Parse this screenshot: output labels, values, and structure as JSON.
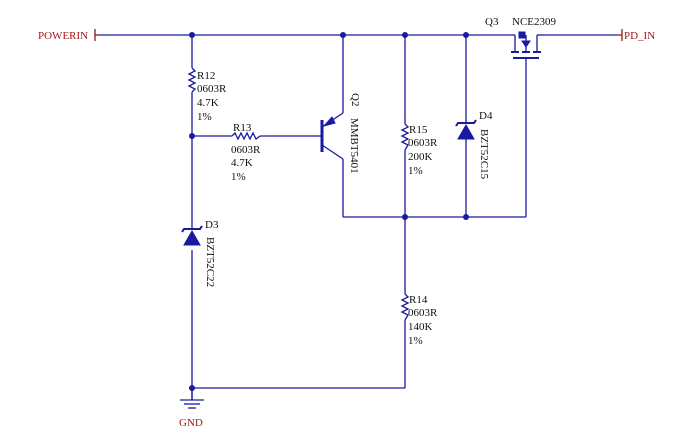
{
  "nets": {
    "power_in": "POWERIN",
    "pd_in": "PD_IN",
    "gnd": "GND"
  },
  "components": {
    "r12": {
      "ref": "R12",
      "package": "0603R",
      "value": "4.7K",
      "tolerance": "1%"
    },
    "r13": {
      "ref": "R13",
      "package": "0603R",
      "value": "4.7K",
      "tolerance": "1%"
    },
    "r14": {
      "ref": "R14",
      "package": "0603R",
      "value": "140K",
      "tolerance": "1%"
    },
    "r15": {
      "ref": "R15",
      "package": "0603R",
      "value": "200K",
      "tolerance": "1%"
    },
    "q2": {
      "ref": "Q2",
      "part": "MMBT5401"
    },
    "q3": {
      "ref": "Q3",
      "part": "NCE2309"
    },
    "d3": {
      "ref": "D3",
      "part": "BZT52C22"
    },
    "d4": {
      "ref": "D4",
      "part": "BZT52C15"
    }
  },
  "colors": {
    "wire": "#1a1aa0",
    "net_label": "#a01818",
    "text": "#111111"
  }
}
